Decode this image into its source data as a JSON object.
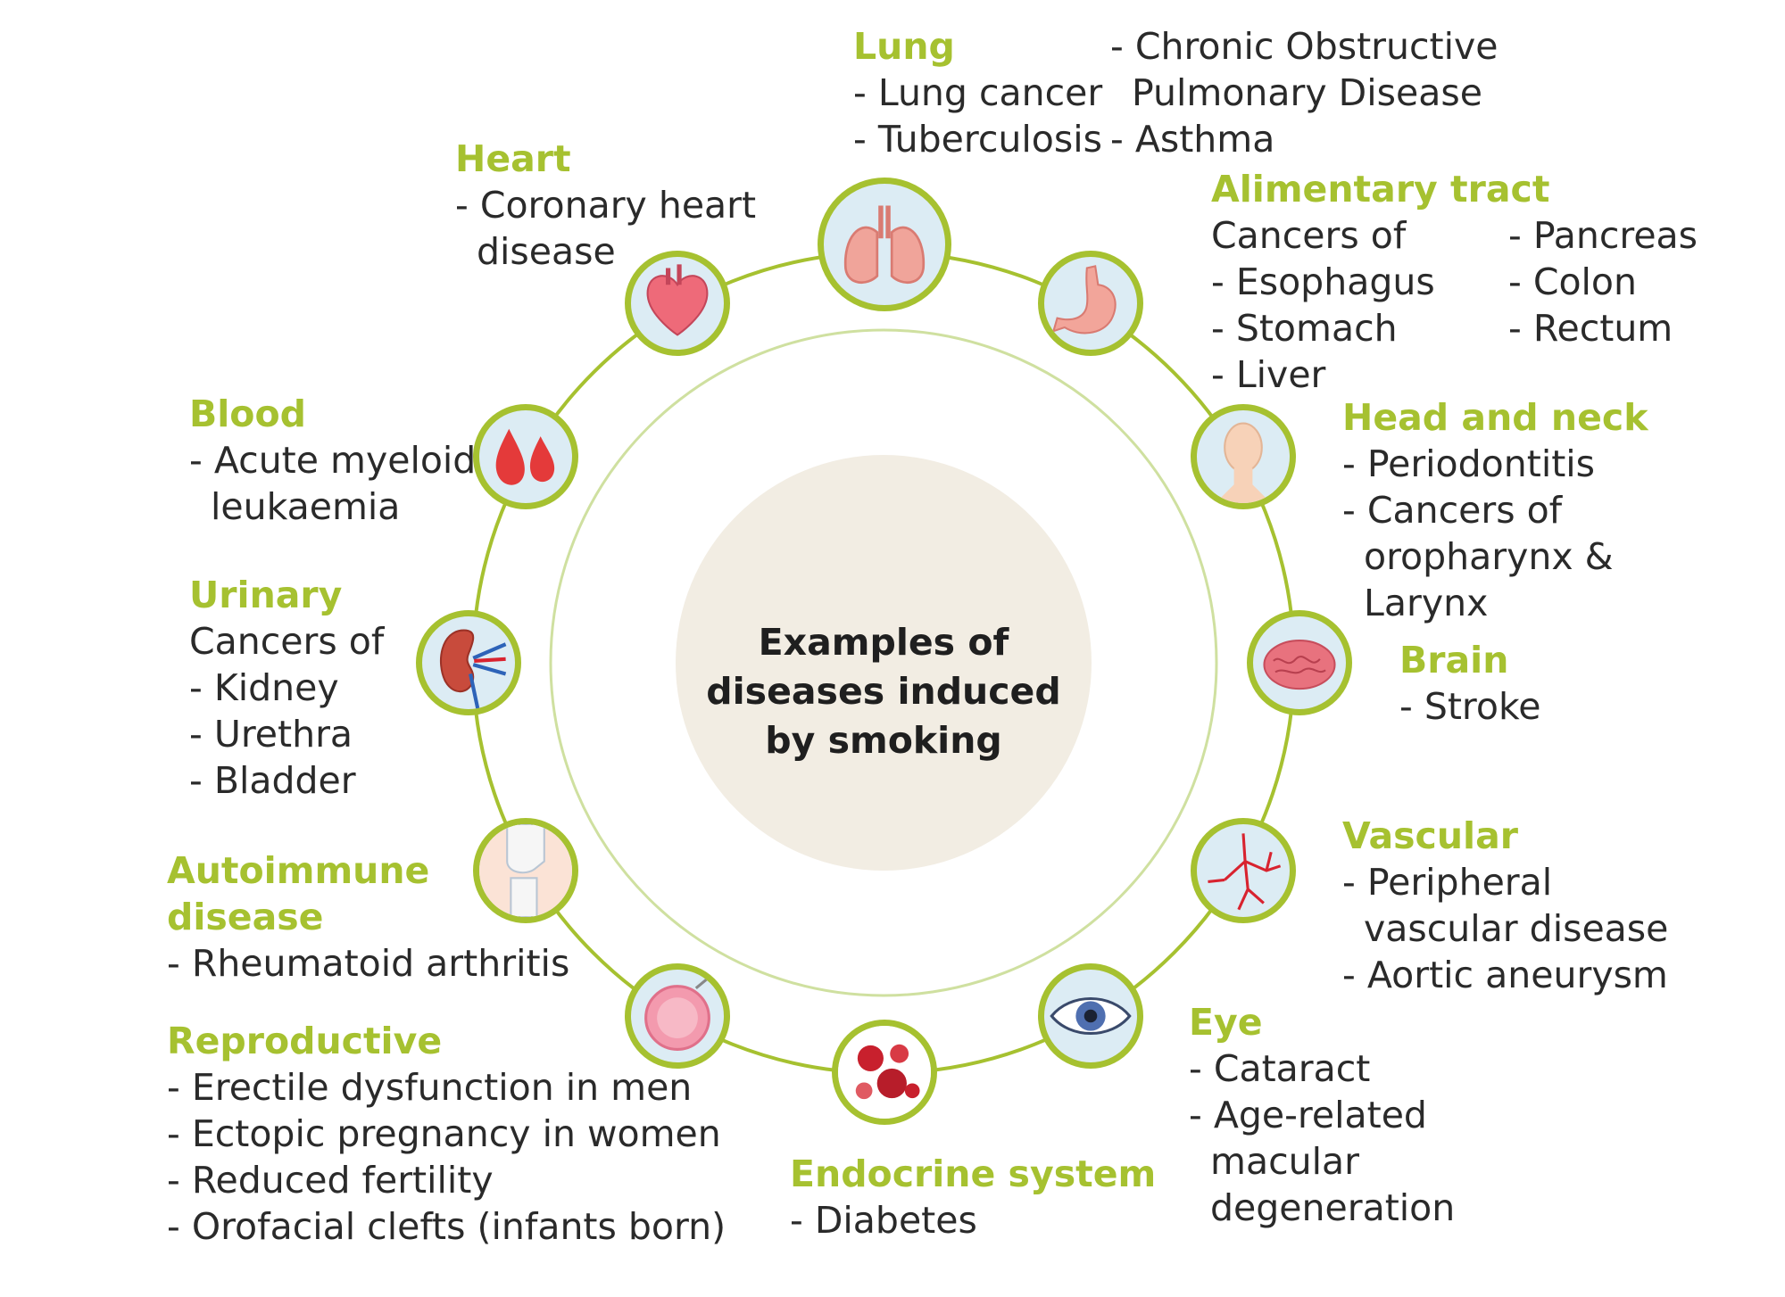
{
  "center": {
    "title": "Examples of\ndiseases induced\nby smoking"
  },
  "colors": {
    "accent": "#a6c130",
    "center_fill": "#f2ede3",
    "icon_bg": "#dcecf4",
    "ring": "#a6c130",
    "inner_ring": "#cfe0a0"
  },
  "icons": [
    "lungs-icon",
    "stomach-icon",
    "head-icon",
    "brain-icon",
    "blood-vessels-icon",
    "eye-icon",
    "blood-cells-icon",
    "egg-cell-icon",
    "knee-joint-icon",
    "kidney-icon",
    "blood-drops-icon",
    "heart-icon"
  ],
  "groups": {
    "lung": {
      "title": "Lung",
      "col1": [
        "- Lung cancer",
        "- Tuberculosis"
      ],
      "col2": [
        "- Chronic Obstructive",
        "Pulmonary Disease",
        "- Asthma"
      ]
    },
    "heart": {
      "title": "Heart",
      "lines": [
        "- Coronary heart",
        "disease"
      ]
    },
    "alimentary": {
      "title": "Alimentary tract",
      "col1": [
        "Cancers of",
        "- Esophagus",
        "- Stomach",
        "- Liver"
      ],
      "col2": [
        "- Pancreas",
        "- Colon",
        "- Rectum"
      ]
    },
    "blood": {
      "title": "Blood",
      "lines": [
        "- Acute myeloid",
        "leukaemia"
      ]
    },
    "head_neck": {
      "title": "Head and neck",
      "lines": [
        "- Periodontitis",
        "- Cancers of",
        "oropharynx &",
        "Larynx"
      ]
    },
    "urinary": {
      "title": "Urinary",
      "lines": [
        "Cancers of",
        "- Kidney",
        "- Urethra",
        "- Bladder"
      ]
    },
    "brain": {
      "title": "Brain",
      "lines": [
        "- Stroke"
      ]
    },
    "vascular": {
      "title": "Vascular",
      "lines": [
        "- Peripheral",
        "vascular disease",
        "- Aortic aneurysm"
      ]
    },
    "autoimmune": {
      "title_1": "Autoimmune",
      "title_2": "disease",
      "lines": [
        "- Rheumatoid arthritis"
      ]
    },
    "eye": {
      "title": "Eye",
      "lines": [
        "- Cataract",
        "- Age-related",
        "macular",
        "degeneration"
      ]
    },
    "reproductive": {
      "title": "Reproductive",
      "lines": [
        "- Erectile dysfunction in men",
        "- Ectopic pregnancy in women",
        "- Reduced fertility",
        "- Orofacial clefts (infants born)"
      ]
    },
    "endocrine": {
      "title": "Endocrine system",
      "lines": [
        "- Diabetes"
      ]
    }
  }
}
